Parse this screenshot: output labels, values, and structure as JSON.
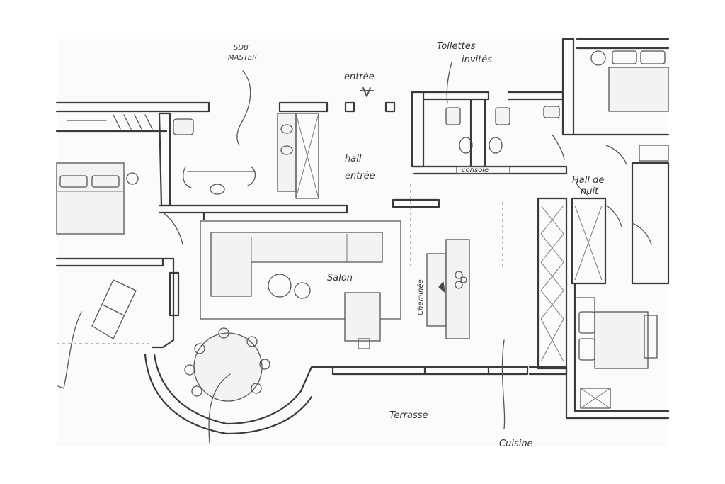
{
  "labels": {
    "sdb_master_line1": "SDB",
    "sdb_master_line2": "MASTER",
    "entree": "entrée",
    "toilettes_line1": "Toilettes",
    "toilettes_line2": "invités",
    "hall_entree_line1": "hall",
    "hall_entree_line2": "entrée",
    "console": "console",
    "hall_nuit_line1": "Hall de",
    "hall_nuit_line2": "nuit",
    "salon": "Salon",
    "cheminee": "Cheminée",
    "terrasse": "Terrasse",
    "cuisine": "Cuisine"
  },
  "colors": {
    "ink": "#3a3a3a",
    "paper": "#fbfbfb"
  }
}
